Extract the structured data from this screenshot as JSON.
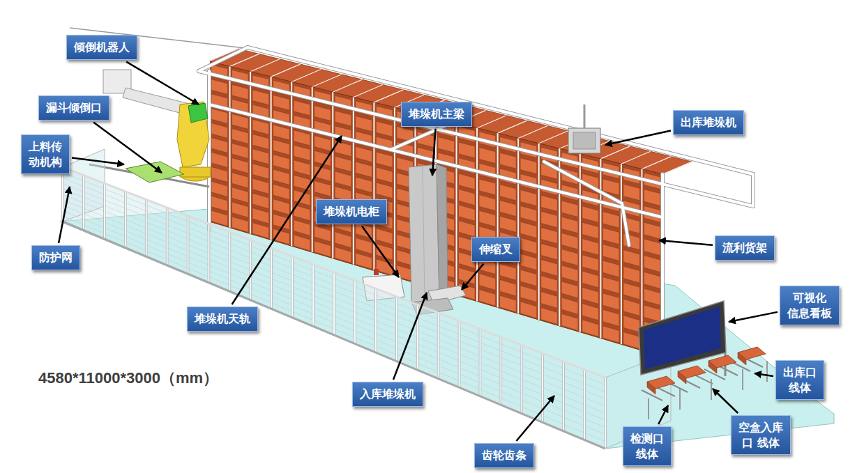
{
  "diagram": {
    "nodes": [
      {
        "text": [
          "倾倒机器人"
        ]
      },
      {
        "text": [
          "漏斗倾倒口"
        ]
      },
      {
        "text": [
          "堆垛机主梁"
        ]
      },
      {
        "text": [
          "出库堆垛机"
        ]
      },
      {
        "text": [
          "上料传 动机构"
        ]
      },
      {
        "text": [
          "堆垛机电柜"
        ]
      },
      {
        "text": [
          "流利货架"
        ]
      },
      {
        "text": [
          "伸缩叉"
        ]
      },
      {
        "text": [
          "防护网"
        ]
      },
      {
        "text": [
          "可视化 信息看板"
        ]
      },
      {
        "text": [
          "堆垛机天轨"
        ]
      },
      {
        "text": [
          "出库口 线体"
        ]
      },
      {
        "text": [
          "入库堆垛机"
        ]
      },
      {
        "text": [
          "空盒入库 口 线体"
        ]
      },
      {
        "text": [
          "齿轮齿条"
        ]
      },
      {
        "text": [
          "检测口 线体"
        ]
      }
    ],
    "labels": [
      "4580*11000*3000（mm）"
    ]
  }
}
